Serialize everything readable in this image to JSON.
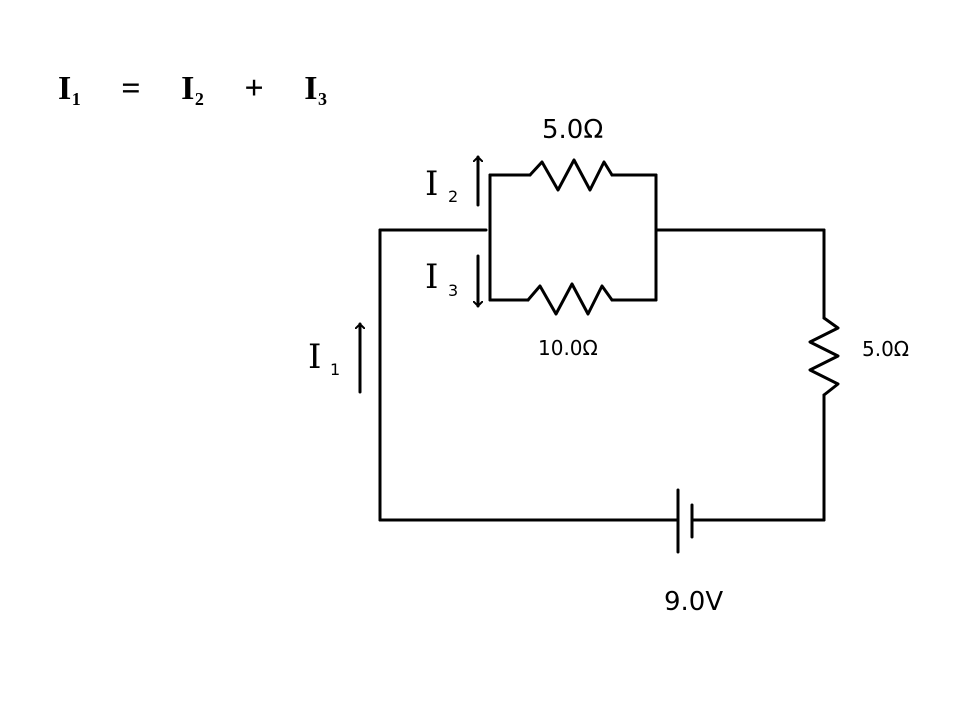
{
  "equation": {
    "i1": "I",
    "i1_sub": "1",
    "equals": "=",
    "i2": "I",
    "i2_sub": "2",
    "plus": "+",
    "i3": "I",
    "i3_sub": "3"
  },
  "circuit": {
    "top_resistor": "5.0Ω",
    "bottom_resistor": "10.0Ω",
    "right_resistor": "5.0Ω",
    "battery": "9.0V",
    "current_1": {
      "letter": "I",
      "sub": "1"
    },
    "current_2": {
      "letter": "I",
      "sub": "2"
    },
    "current_3": {
      "letter": "I",
      "sub": "3"
    }
  }
}
